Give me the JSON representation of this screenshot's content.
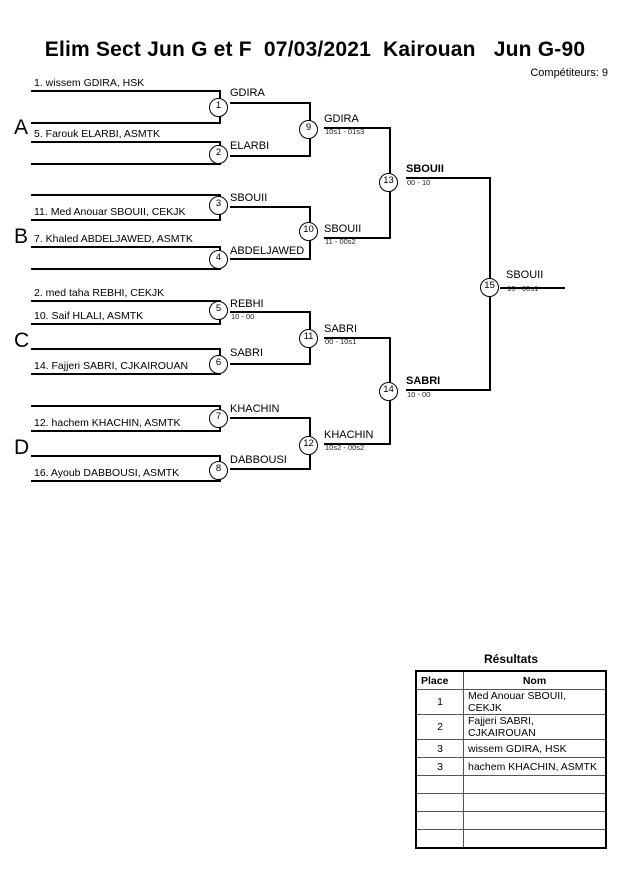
{
  "header": {
    "title": "Elim Sect Jun G et F  07/03/2021  Kairouan   Jun G-90",
    "competitors_label": "Compétiteurs: 9"
  },
  "sections": [
    {
      "letter": "A"
    },
    {
      "letter": "B"
    },
    {
      "letter": "C"
    },
    {
      "letter": "D"
    }
  ],
  "round1": [
    {
      "num": "1",
      "top_name": "1. wissem GDIRA, HSK",
      "bottom_name": "",
      "winner": "GDIRA",
      "score": ""
    },
    {
      "num": "2",
      "top_name": "5. Farouk ELARBI, ASMTK",
      "bottom_name": "",
      "winner": "ELARBI",
      "score": ""
    },
    {
      "num": "3",
      "top_name": "",
      "bottom_name": "11. Med Anouar SBOUII, CEKJK",
      "winner": "SBOUII",
      "score": ""
    },
    {
      "num": "4",
      "top_name": "7. Khaled ABDELJAWED, ASMTK",
      "bottom_name": "",
      "winner": "ABDELJAWED",
      "score": ""
    },
    {
      "num": "5",
      "top_name": "2. med taha REBHI, CEKJK",
      "bottom_name": "10. Saif HLALI, ASMTK",
      "winner": "REBHI",
      "score": "10 - 00"
    },
    {
      "num": "6",
      "top_name": "",
      "bottom_name": "14. Fajjeri SABRI, CJKAIROUAN",
      "winner": "SABRI",
      "score": ""
    },
    {
      "num": "7",
      "top_name": "",
      "bottom_name": "12. hachem KHACHIN, ASMTK",
      "winner": "KHACHIN",
      "score": ""
    },
    {
      "num": "8",
      "top_name": "",
      "bottom_name": "16. Ayoub DABBOUSI, ASMTK",
      "winner": "DABBOUSI",
      "score": ""
    }
  ],
  "round2": [
    {
      "num": "9",
      "winner": "GDIRA",
      "score": "10s1 - 01s3",
      "bold": false
    },
    {
      "num": "10",
      "winner": "SBOUII",
      "score": "11 - 00s2",
      "bold": false
    },
    {
      "num": "11",
      "winner": "SABRI",
      "score": "00 - 10s1",
      "bold": false
    },
    {
      "num": "12",
      "winner": "KHACHIN",
      "score": "10s2 - 00s2",
      "bold": false
    }
  ],
  "round3": [
    {
      "num": "13",
      "winner": "SBOUII",
      "score": "00 - 10",
      "bold": true
    },
    {
      "num": "14",
      "winner": "SABRI",
      "score": "10 - 00",
      "bold": true
    }
  ],
  "final": {
    "num": "15",
    "winner": "SBOUII",
    "score": "10 - 00s1",
    "bold": false
  },
  "results": {
    "title": "Résultats",
    "columns": [
      "Place",
      "Nom"
    ],
    "rows": [
      {
        "place": "1",
        "nom": "Med Anouar SBOUII, CEKJK"
      },
      {
        "place": "2",
        "nom": "Fajjeri SABRI, CJKAIROUAN"
      },
      {
        "place": "3",
        "nom": "wissem GDIRA, HSK"
      },
      {
        "place": "3",
        "nom": "hachem KHACHIN, ASMTK"
      },
      {
        "place": "",
        "nom": ""
      },
      {
        "place": "",
        "nom": ""
      },
      {
        "place": "",
        "nom": ""
      },
      {
        "place": "",
        "nom": ""
      }
    ]
  }
}
